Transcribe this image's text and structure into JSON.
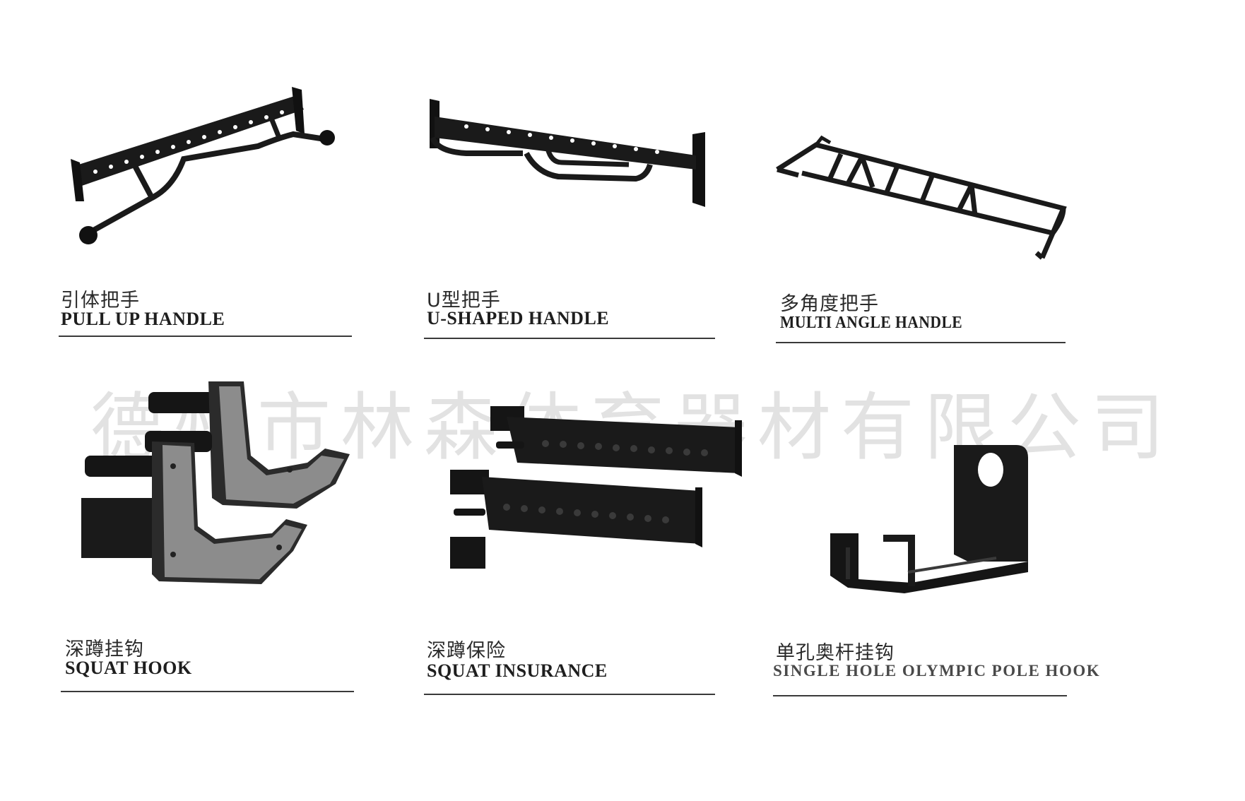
{
  "watermark": "德州市林森体育器材有限公司",
  "products": [
    {
      "cn": "引体把手",
      "en": "PULL UP HANDLE",
      "image": "pull-up-handle"
    },
    {
      "cn": "U型把手",
      "en": "U-SHAPED HANDLE",
      "image": "u-shaped-handle"
    },
    {
      "cn": "多角度把手",
      "en": "MULTI ANGLE HANDLE",
      "image": "multi-angle-handle"
    },
    {
      "cn": "深蹲挂钩",
      "en": "SQUAT HOOK",
      "image": "squat-hook"
    },
    {
      "cn": "深蹲保险",
      "en": "SQUAT INSURANCE",
      "image": "squat-insurance"
    },
    {
      "cn": "单孔奥杆挂钩",
      "en": "SINGLE HOLE OLYMPIC POLE HOOK",
      "image": "single-hole-olympic-pole-hook"
    }
  ],
  "colors": {
    "metal": "#1a1a1a",
    "plate": "#8c8c8c",
    "rule": "#3a3a3a"
  }
}
